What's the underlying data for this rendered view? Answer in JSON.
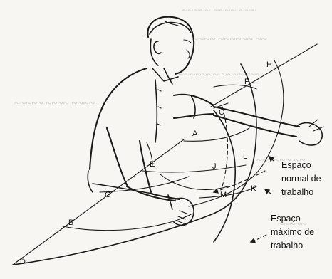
{
  "points": {
    "A": "A",
    "B": "B",
    "C": "C",
    "D": "D",
    "E": "E",
    "F": "F",
    "G": "G",
    "H": "H",
    "J": "J",
    "K": "K",
    "L": "L",
    "M": "M"
  },
  "legend": {
    "normal": [
      "Espaço",
      "normal de",
      "trabalho"
    ],
    "maximum": [
      "Espaço",
      "máximo de",
      "trabalho"
    ]
  },
  "colors": {
    "ink": "#1a1a1a",
    "paper": "#f7f6f3"
  }
}
